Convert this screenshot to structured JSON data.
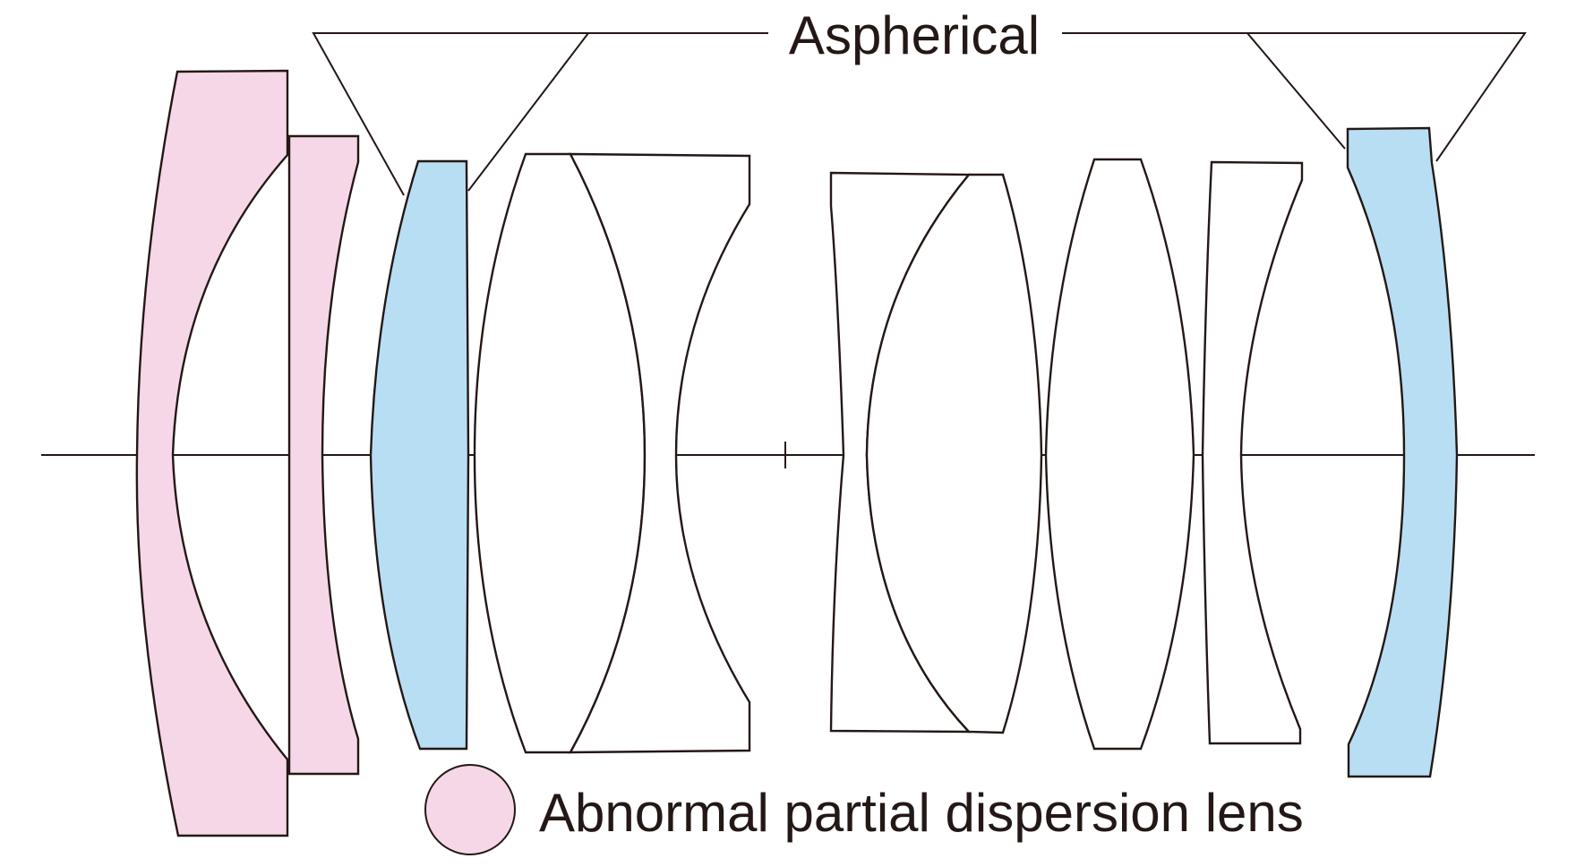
{
  "diagram": {
    "title": "Lens construction diagram",
    "labels": {
      "aspherical": "Aspherical",
      "legend_text": "Abnormal partial dispersion lens"
    },
    "colors": {
      "abnormal_partial_dispersion": "#f6d7e7",
      "aspherical": "#b8def3",
      "standard": "#ffffff",
      "stroke": "#231815"
    },
    "lens_elements": [
      {
        "index": 1,
        "type": "abnormal partial dispersion",
        "group": "cemented doublet 1 (front)"
      },
      {
        "index": 2,
        "type": "abnormal partial dispersion",
        "group": "cemented doublet 1 (rear)"
      },
      {
        "index": 3,
        "type": "aspherical"
      },
      {
        "index": 4,
        "type": "standard",
        "group": "cemented doublet 2 (front)"
      },
      {
        "index": 5,
        "type": "standard",
        "group": "cemented doublet 2 (rear)"
      },
      {
        "index": 6,
        "type": "standard",
        "group": "cemented doublet 3 (front)"
      },
      {
        "index": 7,
        "type": "standard",
        "group": "cemented doublet 3 (rear)"
      },
      {
        "index": 8,
        "type": "standard"
      },
      {
        "index": 9,
        "type": "standard"
      },
      {
        "index": 10,
        "type": "aspherical"
      }
    ],
    "legend": [
      {
        "swatch": "pink-circle",
        "label": "Abnormal partial dispersion lens"
      }
    ]
  }
}
